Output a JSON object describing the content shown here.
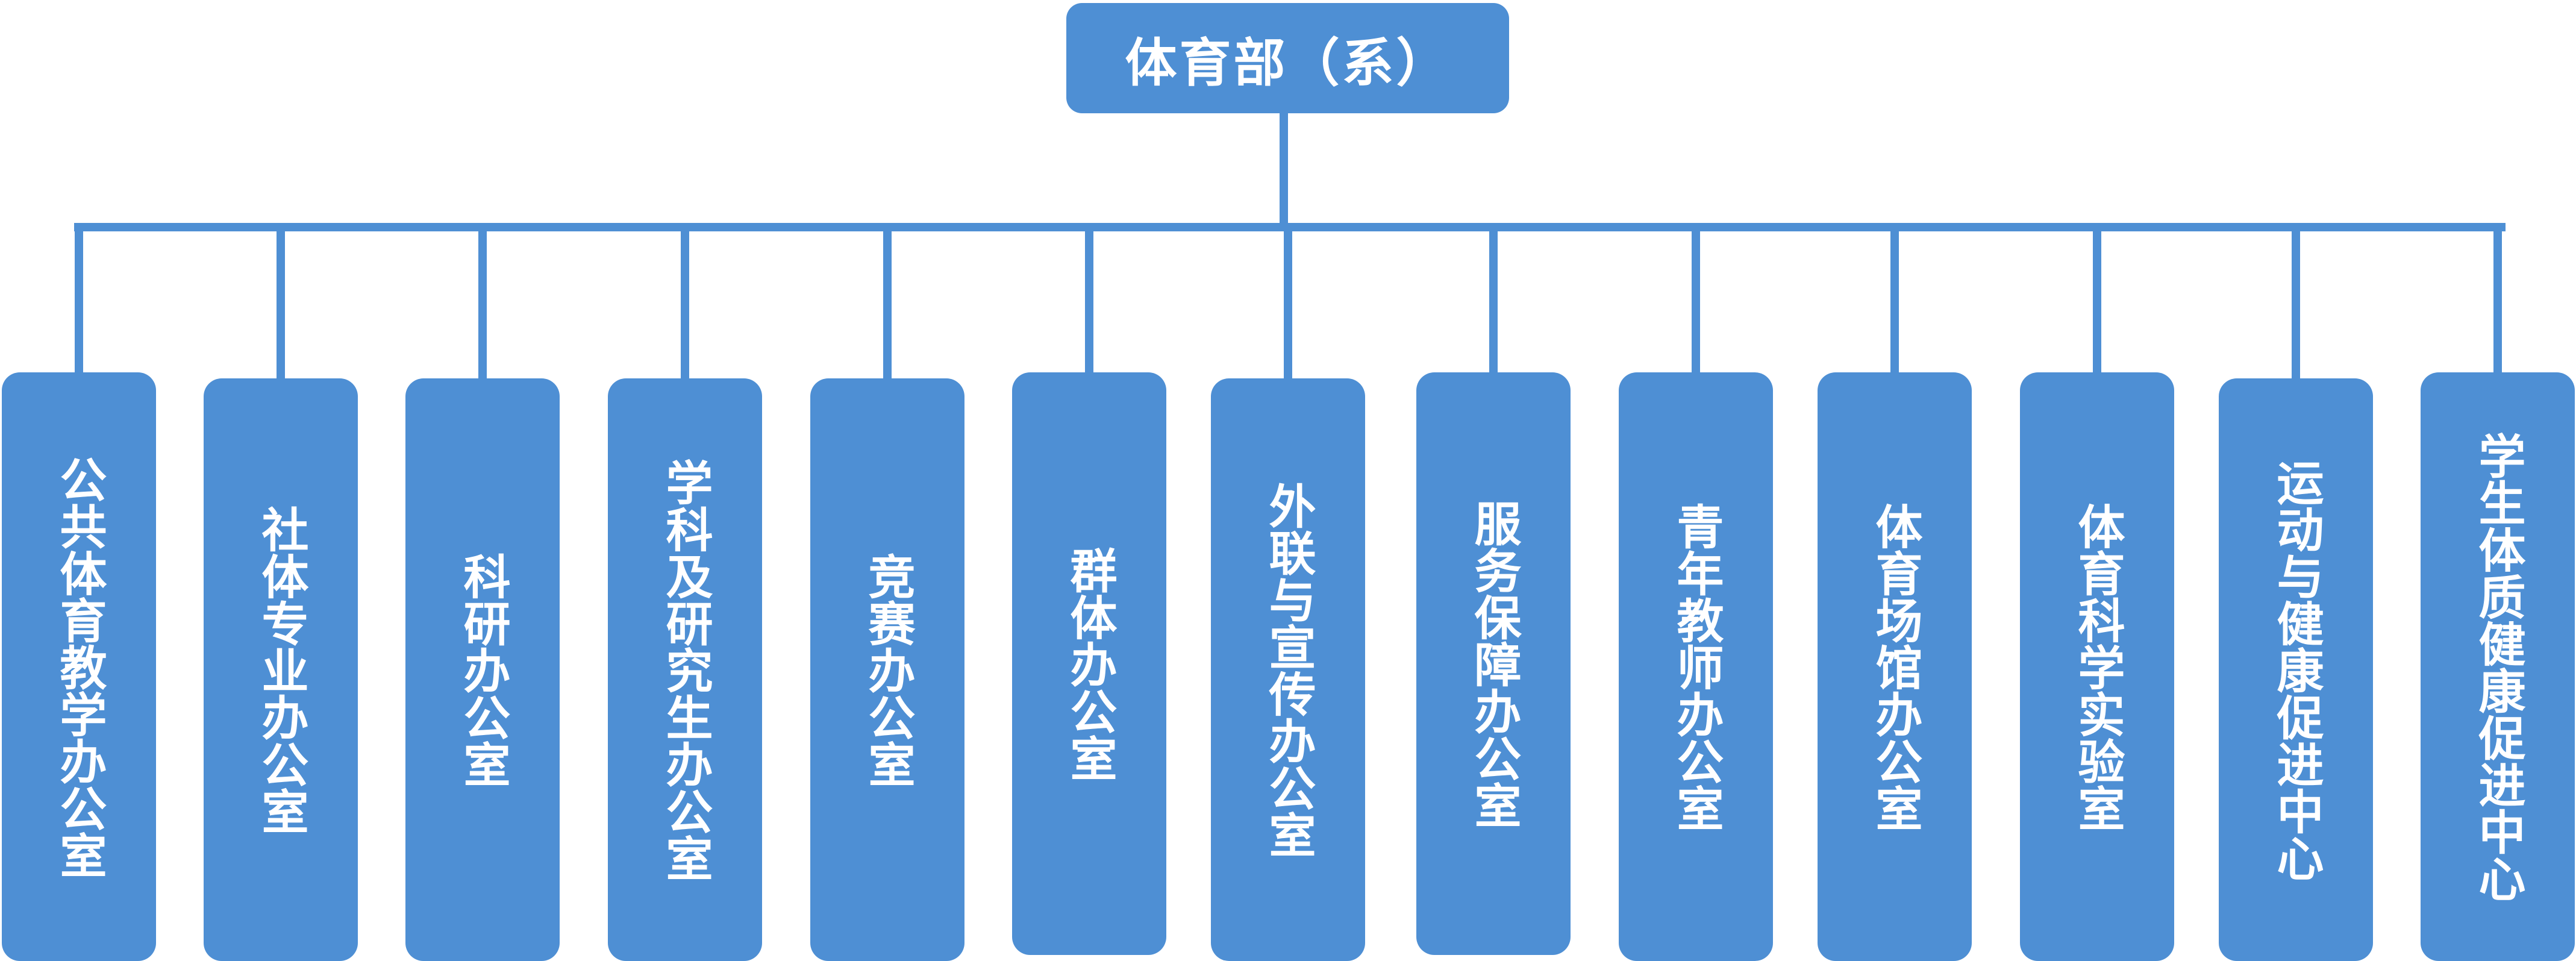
{
  "org_chart": {
    "root": {
      "label": "体育部（系）"
    },
    "departments": [
      {
        "label": "公共体育教学办公室"
      },
      {
        "label": "社体专业办公室"
      },
      {
        "label": "科研办公室"
      },
      {
        "label": "学科及研究生办公室"
      },
      {
        "label": "竞赛办公室"
      },
      {
        "label": "群体办公室"
      },
      {
        "label": "外联与宣传办公室"
      },
      {
        "label": "服务保障办公室"
      },
      {
        "label": "青年教师办公室"
      },
      {
        "label": "体育场馆办公室"
      },
      {
        "label": "体育科学实验室"
      },
      {
        "label": "运动与健康促进中心"
      },
      {
        "label": "学生体质健康促进中心"
      }
    ]
  },
  "colors": {
    "box_fill": "#4e8fd4",
    "connector": "#4e8fd4",
    "text": "#ffffff",
    "background": "#ffffff"
  }
}
